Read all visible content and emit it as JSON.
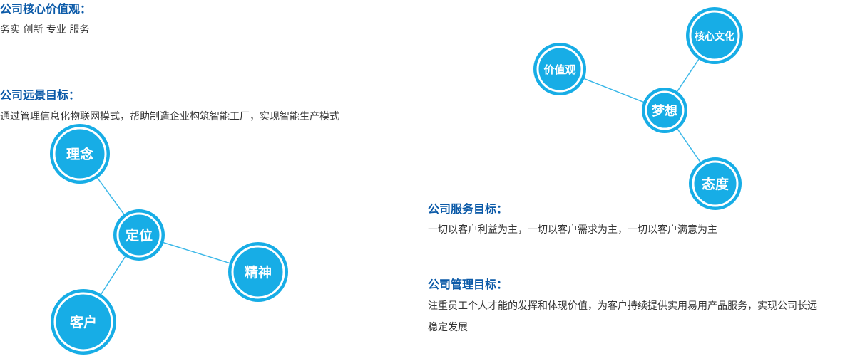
{
  "colors": {
    "heading": "#0b5aa8",
    "text": "#333333",
    "node_fill": "#17ade6",
    "node_ring": "#ffffff",
    "link": "#3cb8e8"
  },
  "sections": {
    "core_values": {
      "title": "公司核心价值观：",
      "text": "务实 创新 专业 服务"
    },
    "vision": {
      "title": "公司远景目标：",
      "text": "通过管理信息化物联网模式，帮助制造企业构筑智能工厂，实现智能生产模式"
    },
    "service": {
      "title": "公司服务目标：",
      "text": "一切以客户利益为主，一切以客户需求为主，一切以客户满意为主"
    },
    "management": {
      "title": "公司管理目标：",
      "text": "注重员工个人才能的发挥和体现价值，为客户持续提供实用易用产品服务，实现公司长远稳定发展"
    }
  },
  "diagram_left": {
    "nodes": [
      {
        "id": "linian",
        "label": "理念"
      },
      {
        "id": "dingwei",
        "label": "定位"
      },
      {
        "id": "jingshen",
        "label": "精神"
      },
      {
        "id": "kehu",
        "label": "客户"
      }
    ]
  },
  "diagram_right": {
    "nodes": [
      {
        "id": "jiazhiguan",
        "label": "价值观"
      },
      {
        "id": "hexinwenhua",
        "label": "核心文化"
      },
      {
        "id": "mengxiang",
        "label": "梦想"
      },
      {
        "id": "taidu",
        "label": "态度"
      }
    ]
  }
}
